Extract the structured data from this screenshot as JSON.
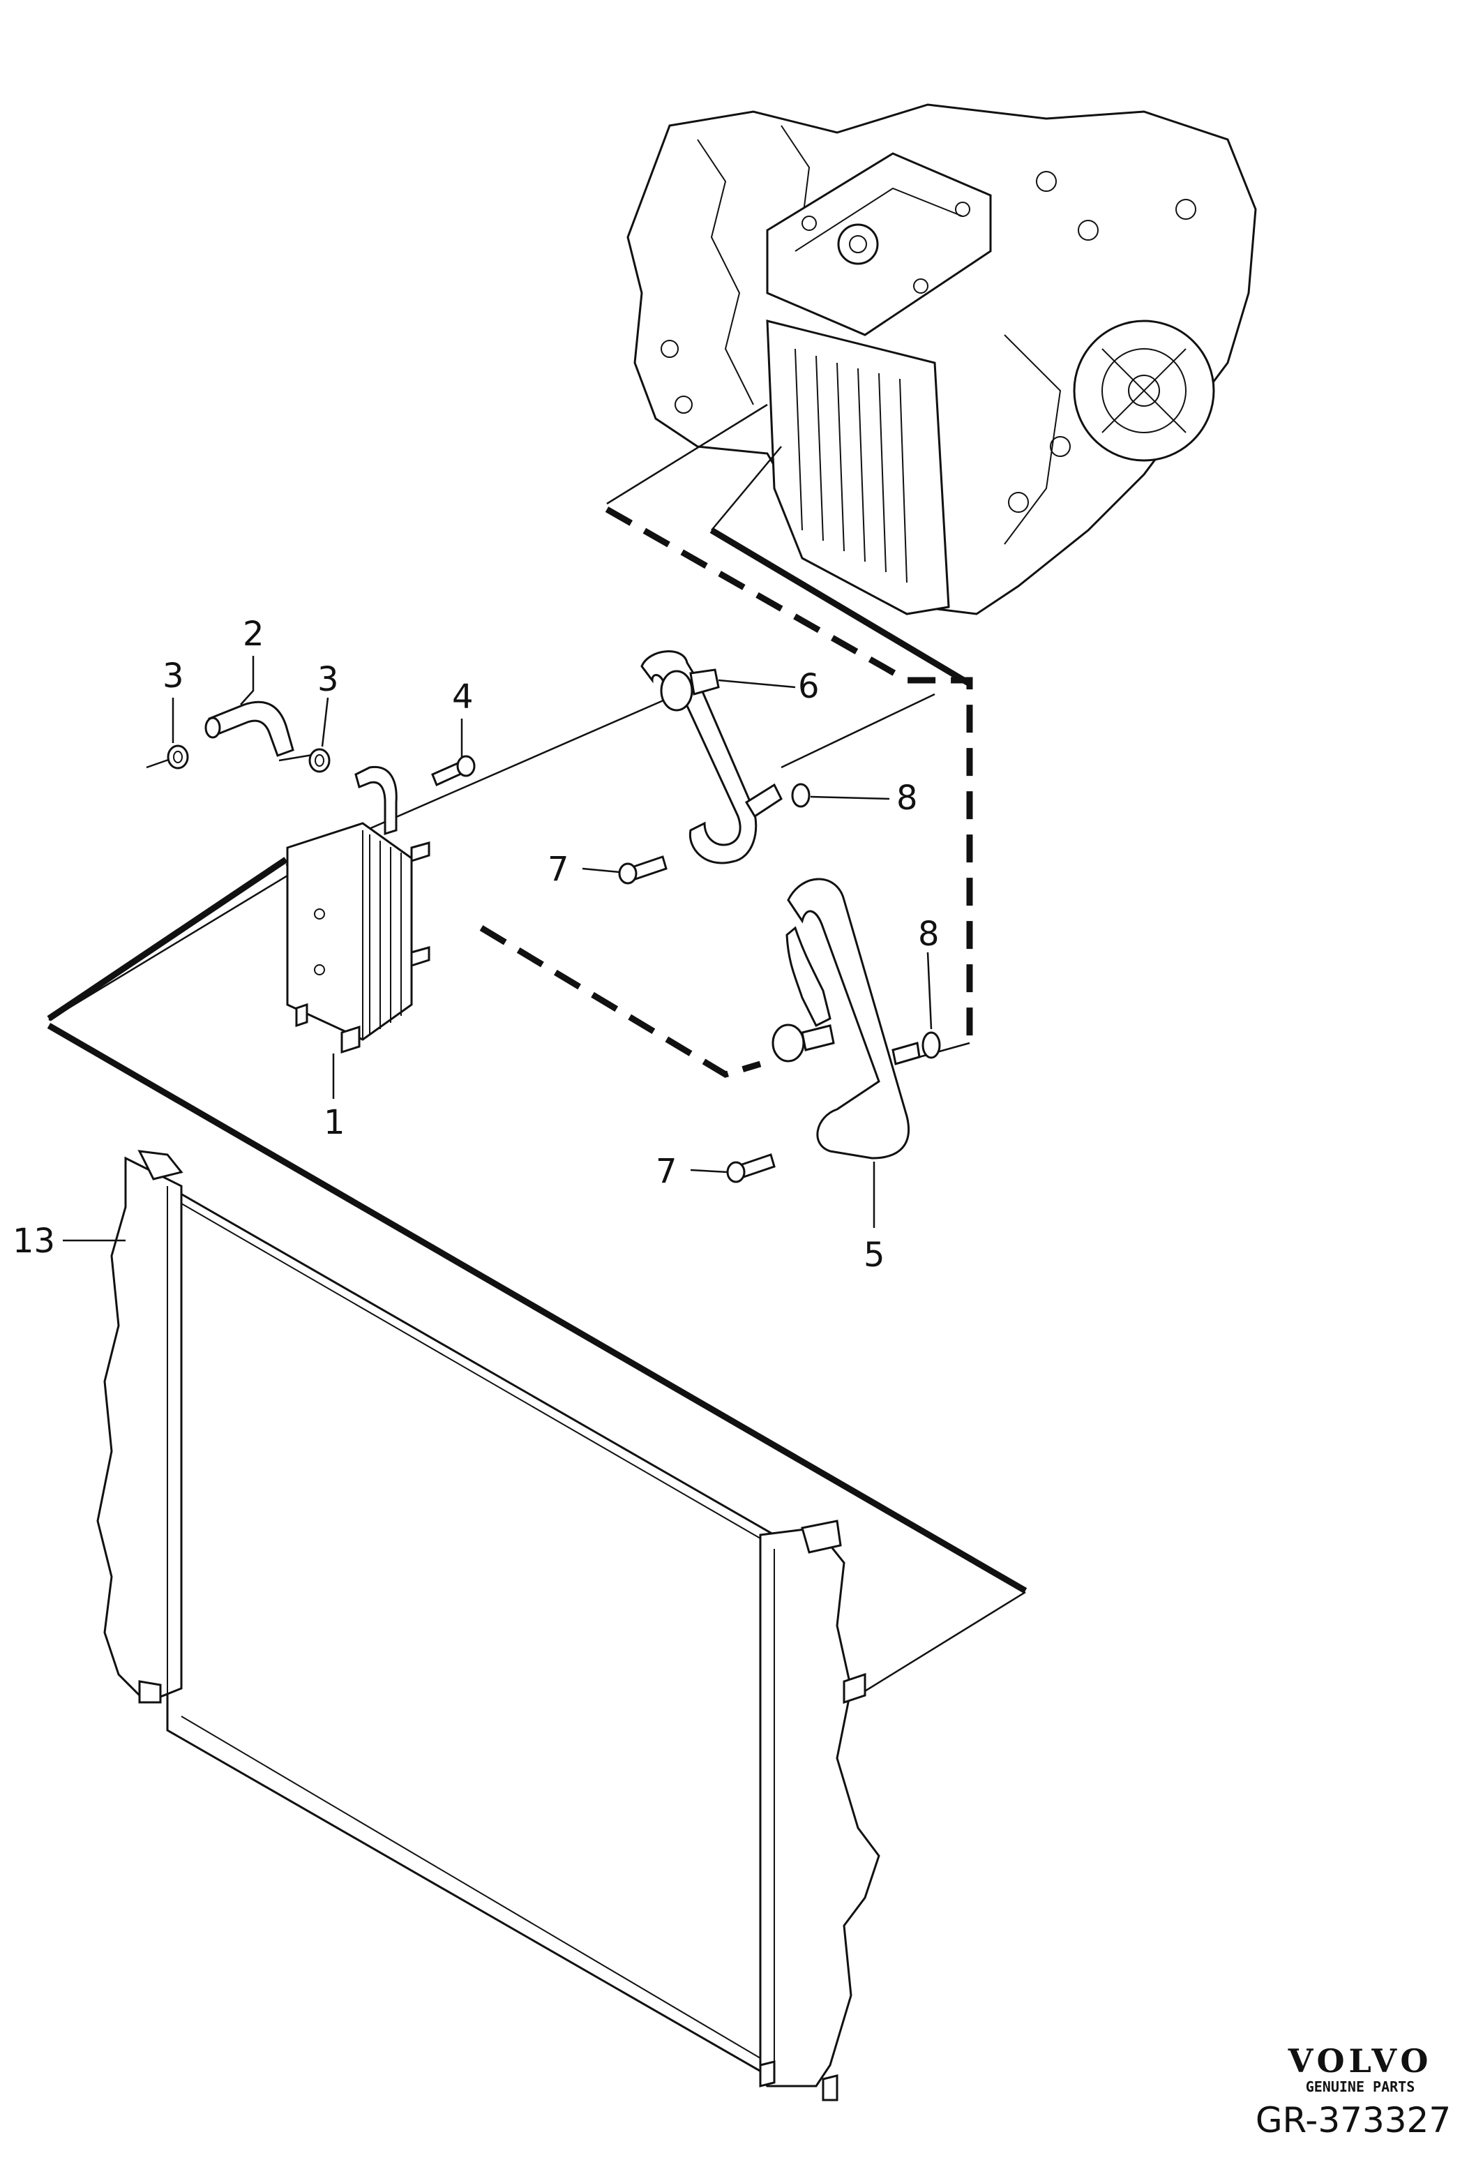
{
  "callouts": {
    "c1": "1",
    "c2": "2",
    "c3a": "3",
    "c3b": "3",
    "c4": "4",
    "c5": "5",
    "c6": "6",
    "c7a": "7",
    "c7b": "7",
    "c8a": "8",
    "c8b": "8",
    "c13": "13"
  },
  "branding": {
    "logo": "VOLVO",
    "subtitle": "GENUINE PARTS"
  },
  "diagram_ref": "GR-373327"
}
